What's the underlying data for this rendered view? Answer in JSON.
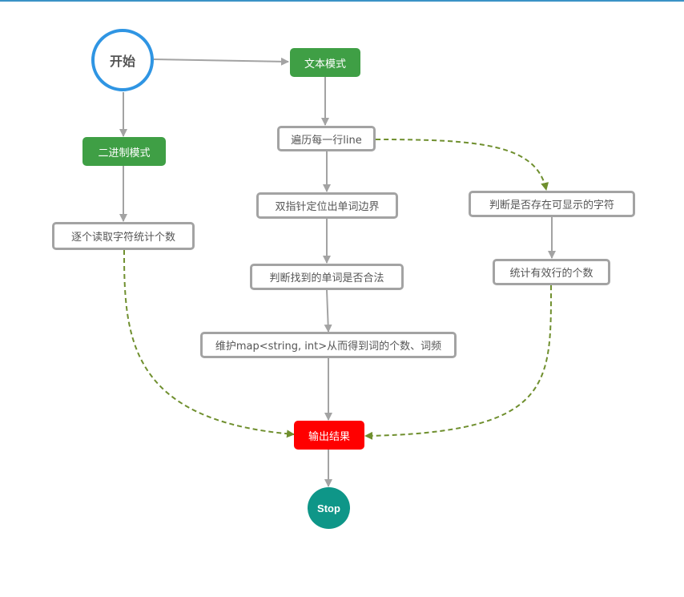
{
  "diagram": {
    "nodes": {
      "start": "开始",
      "text_mode": "文本模式",
      "binary_mode": "二进制模式",
      "traverse_lines": "遍历每一行line",
      "two_pointer": "双指针定位出单词边界",
      "judge_printable": "判断是否存在可显示的字符",
      "read_chars": "逐个读取字符统计个数",
      "judge_word": "判断找到的单词是否合法",
      "count_valid_lines": "统计有效行的个数",
      "maintain_map": "维护map<string, int>从而得到词的个数、词频",
      "output": "输出结果",
      "stop": "Stop"
    },
    "colors": {
      "solid_edge": "#a3a3a3",
      "dashed_edge": "#6f8f2e",
      "start_ring": "#2f95e3",
      "mode_node": "#3f9f45",
      "output_node": "#ff0000",
      "stop_node": "#0e9688"
    }
  }
}
